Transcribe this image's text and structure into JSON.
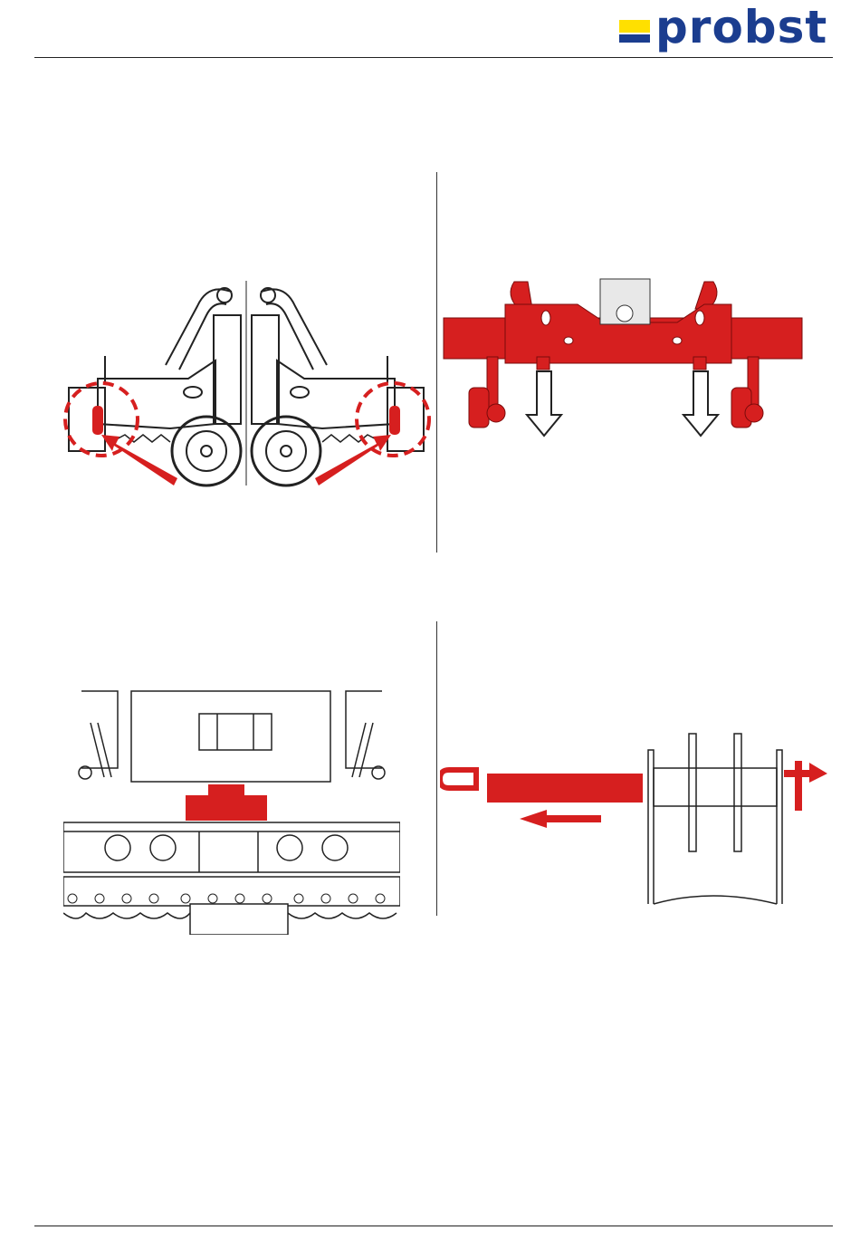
{
  "header": {
    "logo_text": "probst",
    "brand_colors": {
      "blue": "#1b3d8f",
      "yellow": "#ffe000"
    }
  },
  "figures": [
    {
      "name": "figure-spring-pins",
      "accent": "#d61f1f"
    },
    {
      "name": "figure-red-frame-lowering",
      "accent": "#d61f1f"
    },
    {
      "name": "figure-red-part-top-view",
      "accent": "#d61f1f"
    },
    {
      "name": "figure-pin-removal",
      "accent": "#d61f1f"
    }
  ]
}
